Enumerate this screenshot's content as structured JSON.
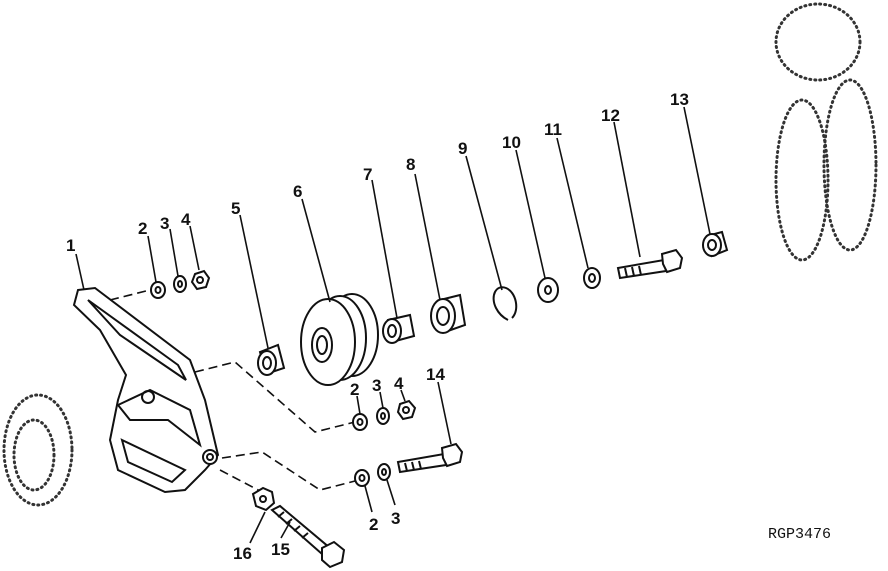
{
  "callouts": {
    "n1": "1",
    "n2a": "2",
    "n3a": "3",
    "n4a": "4",
    "n5": "5",
    "n6": "6",
    "n7": "7",
    "n8": "8",
    "n9": "9",
    "n10": "10",
    "n11": "11",
    "n12": "12",
    "n13": "13",
    "n2b": "2",
    "n3b": "3",
    "n4b": "4",
    "n14": "14",
    "n2c": "2",
    "n3c": "3",
    "n16": "16",
    "n15": "15"
  },
  "figure_code": "RGP3476"
}
